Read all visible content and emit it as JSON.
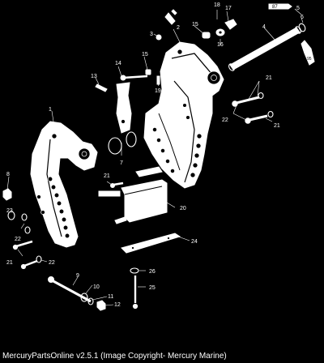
{
  "caption": "MercuryPartsOnline v2.5.1 (Image Copyright- Mercury Marine)",
  "callouts": {
    "c1": "1",
    "c2": "2",
    "c3": "3",
    "c4": "4",
    "c5": "5",
    "c6": "6",
    "c7": "7",
    "c8": "8",
    "c9": "9",
    "c10": "10",
    "c11": "11",
    "c12": "12",
    "c13": "13",
    "c14": "14",
    "c15a": "15",
    "c15b": "15",
    "c16": "16",
    "c17": "17",
    "c18": "18",
    "c19": "19",
    "c20": "20",
    "c21a": "21",
    "c21b": "21",
    "c21c": "21",
    "c21d": "21",
    "c22a": "22",
    "c22b": "22",
    "c22c": "22",
    "c23": "23",
    "c24": "24",
    "c25": "25",
    "c26": "26"
  },
  "tube_labels": {
    "t1": "87",
    "t2": "95"
  }
}
